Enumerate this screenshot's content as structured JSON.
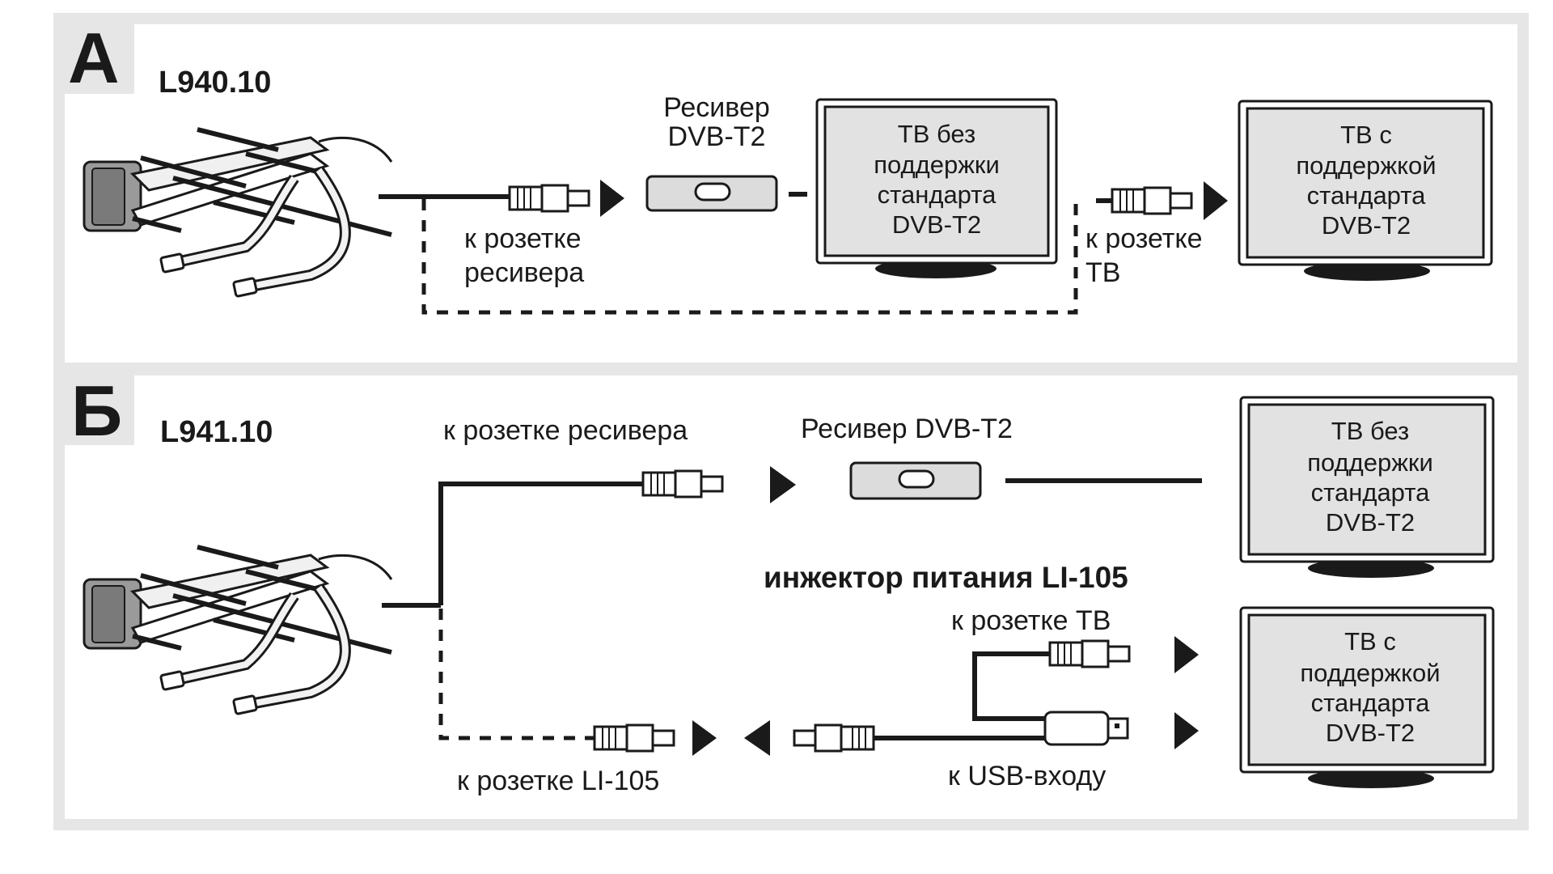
{
  "colors": {
    "frame": "#e6e6e6",
    "panel": "#ffffff",
    "ink": "#1a1a1a",
    "screen": "#e2e2e2",
    "receiver": "#dcdcdc"
  },
  "section_a": {
    "letter": "А",
    "model": "L940.10",
    "receiver_label_line1": "Ресивер",
    "receiver_label_line2": "DVB-T2",
    "receiver_socket_line1": "к розетке",
    "receiver_socket_line2": "ресивера",
    "tv_socket_line1": "к розетке",
    "tv_socket_line2": "ТВ",
    "tv_without": [
      "ТВ без",
      "поддержки",
      "стандарта",
      "DVB-T2"
    ],
    "tv_with": [
      "ТВ с",
      "поддержкой",
      "стандарта",
      "DVB-T2"
    ]
  },
  "section_b": {
    "letter": "Б",
    "model": "L941.10",
    "receiver_socket": "к розетке ресивера",
    "receiver_label": "Ресивер DVB-T2",
    "injector_title": "инжектор питания LI-105",
    "tv_socket": "к розетке ТВ",
    "usb_input": "к USB-входу",
    "li105_socket": "к розетке LI-105",
    "tv_without": [
      "ТВ без",
      "поддержки",
      "стандарта",
      "DVB-T2"
    ],
    "tv_with": [
      "ТВ с",
      "поддержкой",
      "стандарта",
      "DVB-T2"
    ]
  }
}
